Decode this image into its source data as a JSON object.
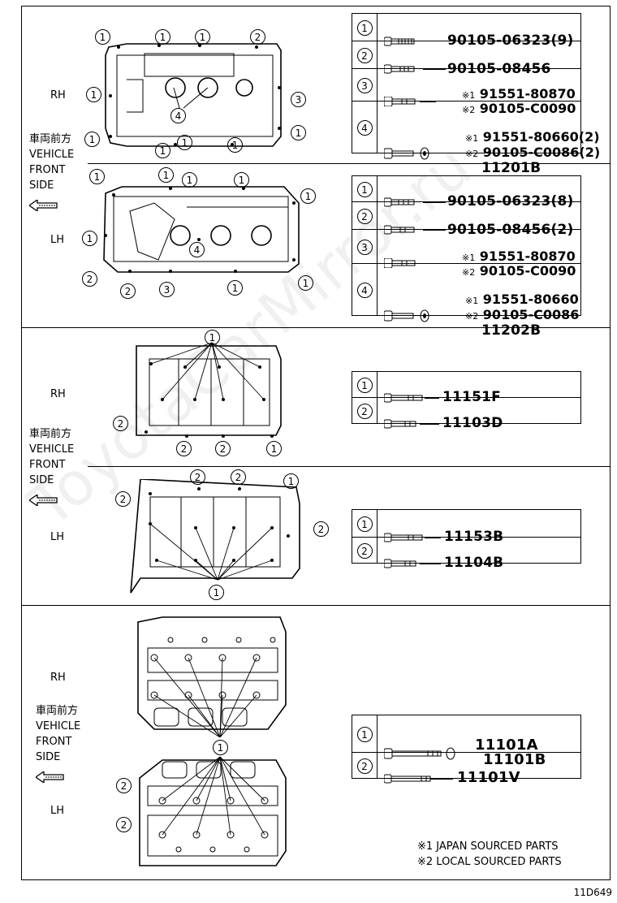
{
  "watermark": "ToyotaCarMirror.ru",
  "figure_code": "11D649",
  "notes": [
    "※1 JAPAN SOURCED PARTS",
    "※2 LOCAL SOURCED PARTS"
  ],
  "side_label": {
    "jp": "車両前方",
    "l1": "VEHICLE",
    "l2": "FRONT",
    "l3": "SIDE"
  },
  "sections": [
    {
      "rh": "RH",
      "lh": "LH",
      "rh_table": [
        {
          "num": "1",
          "lines": [
            "90105-06323(9)"
          ]
        },
        {
          "num": "2",
          "lines": [
            "90105-08456"
          ]
        },
        {
          "num": "3",
          "lines": [
            "91551-80870",
            "90105-C0090"
          ],
          "marks": [
            "※1",
            "※2"
          ]
        },
        {
          "num": "4",
          "lines": [
            "91551-80660(2)",
            "90105-C0086(2)",
            "11201B"
          ],
          "marks": [
            "※1",
            "※2",
            ""
          ]
        }
      ],
      "lh_table": [
        {
          "num": "1",
          "lines": [
            "90105-06323(8)"
          ]
        },
        {
          "num": "2",
          "lines": [
            "90105-08456(2)"
          ]
        },
        {
          "num": "3",
          "lines": [
            "91551-80870",
            "90105-C0090"
          ],
          "marks": [
            "※1",
            "※2"
          ]
        },
        {
          "num": "4",
          "lines": [
            "91551-80660",
            "90105-C0086",
            "11202B"
          ],
          "marks": [
            "※1",
            "※2",
            ""
          ]
        }
      ]
    },
    {
      "rh": "RH",
      "lh": "LH",
      "rh_table": [
        {
          "num": "1",
          "lines": [
            "11151F"
          ]
        },
        {
          "num": "2",
          "lines": [
            "11103D"
          ]
        }
      ],
      "lh_table": [
        {
          "num": "1",
          "lines": [
            "11153B"
          ]
        },
        {
          "num": "2",
          "lines": [
            "11104B"
          ]
        }
      ]
    },
    {
      "rh": "RH",
      "lh": "LH",
      "table": [
        {
          "num": "1",
          "lines": [
            "11101A",
            "11101B"
          ]
        },
        {
          "num": "2",
          "lines": [
            "11101V"
          ]
        }
      ]
    }
  ],
  "callouts": {
    "one": "1",
    "two": "2",
    "three": "3",
    "four": "4"
  }
}
